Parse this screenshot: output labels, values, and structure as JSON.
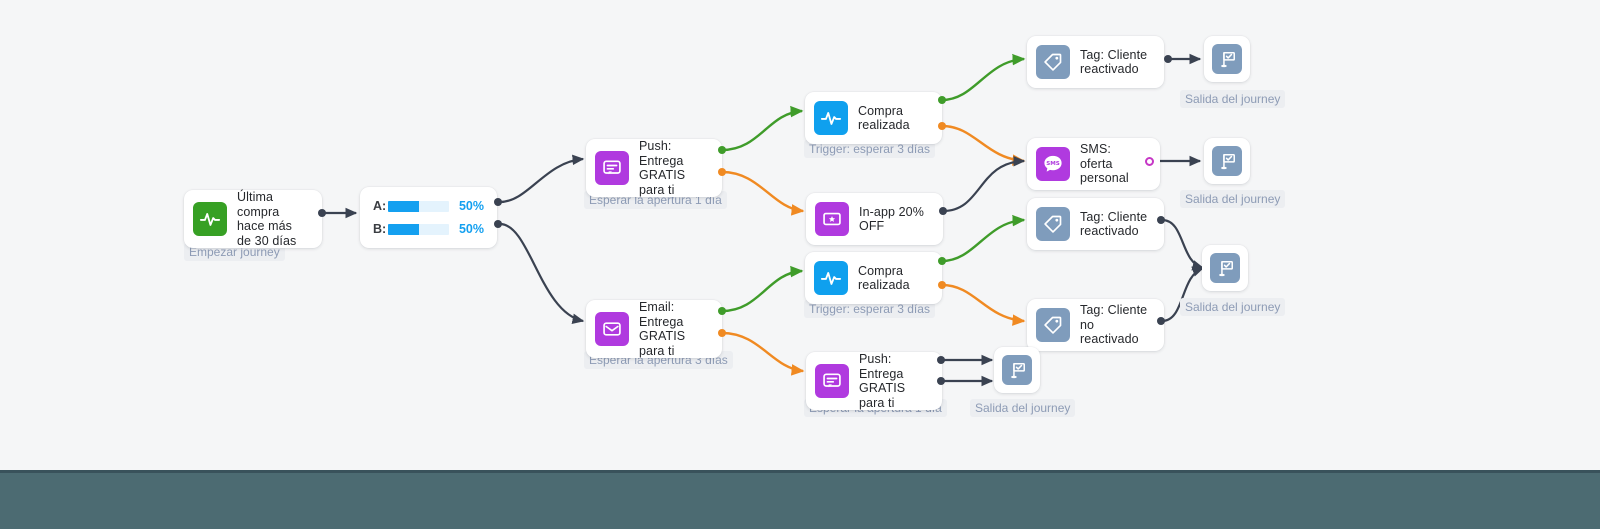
{
  "canvas": {
    "background": "#f5f6f7",
    "bottom_bar_color": "#4c6b72"
  },
  "colors": {
    "green_edge": "#3f9c2a",
    "orange_edge": "#f08a22",
    "dark_edge": "#3a4251",
    "accent_blue": "#14a0f0",
    "trigger_green_tile": "#37a024",
    "trigger_blue_tile": "#0fa0ee",
    "action_purple_tile": "#b03adf",
    "tag_slate_tile": "#7f9cbc",
    "caption_text": "#8d9bb5",
    "caption_bg": "#eceef1"
  },
  "nodes": [
    {
      "id": "start",
      "label": "Última compra hace más de 30 días",
      "icon": "pulse-icon",
      "tile_color": "#37a024",
      "caption": "Empezar journey"
    },
    {
      "id": "ab-split",
      "icon": "ab-split",
      "rows": [
        {
          "label": "A:",
          "value": "50%",
          "fill": 50
        },
        {
          "label": "B:",
          "value": "50%",
          "fill": 50
        }
      ]
    },
    {
      "id": "push-top",
      "label": "Push: Entrega GRATIS para ti",
      "icon": "push-message-icon",
      "tile_color": "#b03adf",
      "caption": "Esperar la apertura 1 día"
    },
    {
      "id": "email",
      "label": "Email: Entrega GRATIS para ti",
      "icon": "email-icon",
      "tile_color": "#b03adf",
      "caption": "Esperar la apertura 3 días"
    },
    {
      "id": "compra-top",
      "label": "Compra realizada",
      "icon": "pulse-icon",
      "tile_color": "#0fa0ee",
      "caption": "Trigger: esperar 3 días"
    },
    {
      "id": "inapp",
      "label": "In-app 20% OFF",
      "icon": "ticket-icon",
      "tile_color": "#b03adf",
      "caption": ""
    },
    {
      "id": "compra-bottom",
      "label": "Compra realizada",
      "icon": "pulse-icon",
      "tile_color": "#0fa0ee",
      "caption": "Trigger: esperar 3 días"
    },
    {
      "id": "push-bottom",
      "label": "Push: Entrega GRATIS para ti",
      "icon": "push-message-icon",
      "tile_color": "#b03adf",
      "caption": "Esperar la apertura 1 día"
    },
    {
      "id": "tag-react-top",
      "label": "Tag: Cliente reactivado",
      "icon": "tag-icon",
      "tile_color": "#7f9cbc",
      "caption": ""
    },
    {
      "id": "sms",
      "label": "SMS: oferta personal",
      "icon": "sms-icon",
      "tile_color": "#b03adf",
      "caption": ""
    },
    {
      "id": "tag-react-mid",
      "label": "Tag: Cliente reactivado",
      "icon": "tag-icon",
      "tile_color": "#7f9cbc",
      "caption": ""
    },
    {
      "id": "tag-noreact",
      "label": "Tag: Cliente no reactivado",
      "icon": "tag-icon",
      "tile_color": "#7f9cbc",
      "caption": ""
    }
  ],
  "exits": [
    {
      "id": "exit-1",
      "icon": "flag-check-icon",
      "caption": "Salida del journey"
    },
    {
      "id": "exit-2",
      "icon": "flag-check-icon",
      "caption": "Salida del journey"
    },
    {
      "id": "exit-3",
      "icon": "flag-check-icon",
      "caption": "Salida del journey"
    },
    {
      "id": "exit-4",
      "icon": "flag-check-icon",
      "caption": "Salida del journey"
    }
  ],
  "labels": {
    "empezar": "Empezar journey",
    "esperar_1_dia": "Esperar la apertura 1 día",
    "esperar_3_dias": "Esperar la apertura 3 días",
    "trigger_3_dias": "Trigger: esperar 3 días",
    "salida": "Salida del journey"
  }
}
